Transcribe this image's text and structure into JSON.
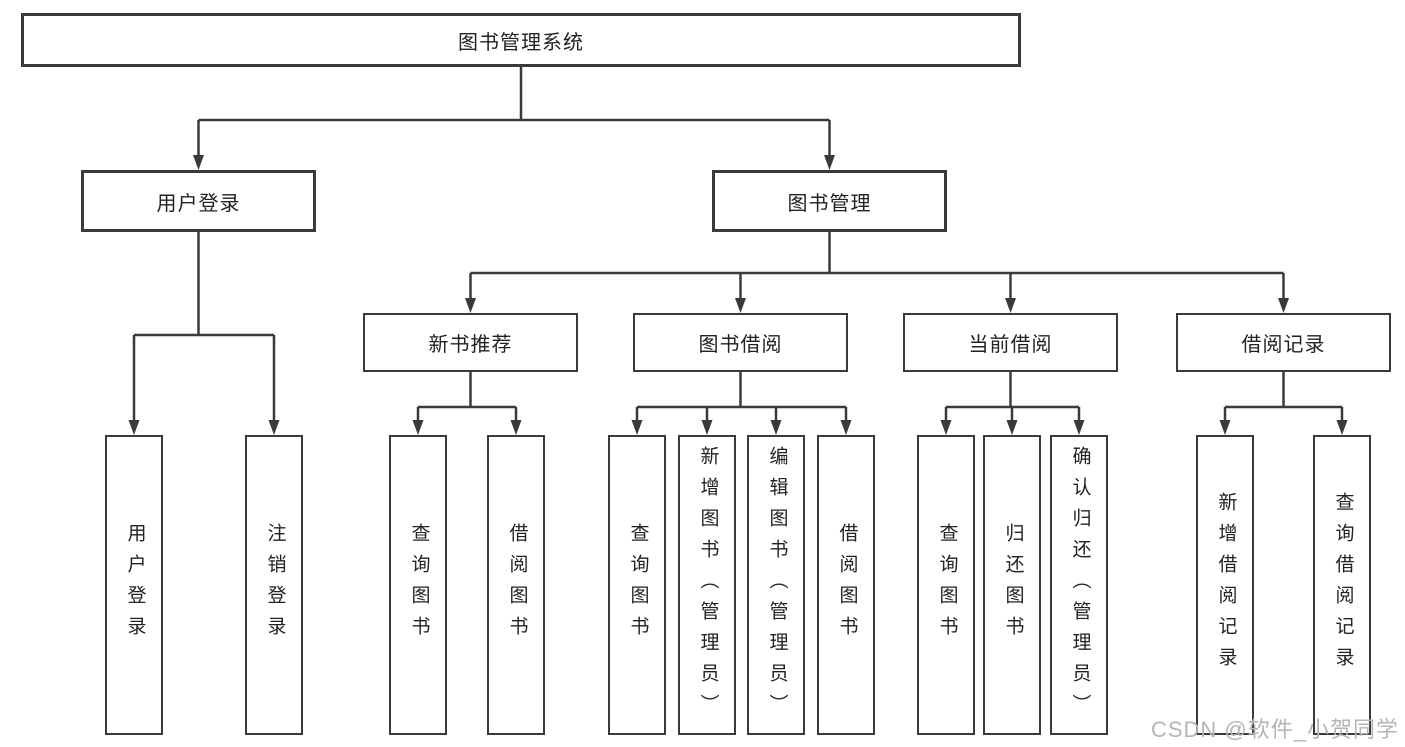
{
  "colors": {
    "line": "#3a3a3a",
    "border": "#3a3a3a",
    "text": "#222222",
    "watermark": "#b5b5b5",
    "background": "#ffffff"
  },
  "tree": {
    "root": "图书管理系统",
    "branches": [
      {
        "label": "用户登录",
        "children": [
          {
            "label": "用户登录"
          },
          {
            "label": "注销登录"
          }
        ]
      },
      {
        "label": "图书管理",
        "children": [
          {
            "label": "新书推荐",
            "children": [
              {
                "label": "查询图书"
              },
              {
                "label": "借阅图书"
              }
            ]
          },
          {
            "label": "图书借阅",
            "children": [
              {
                "label": "查询图书"
              },
              {
                "label": "新增图书（管理员）"
              },
              {
                "label": "编辑图书（管理员）"
              },
              {
                "label": "借阅图书"
              }
            ]
          },
          {
            "label": "当前借阅",
            "children": [
              {
                "label": "查询图书"
              },
              {
                "label": "归还图书"
              },
              {
                "label": "确认归还（管理员）"
              }
            ]
          },
          {
            "label": "借阅记录",
            "children": [
              {
                "label": "新增借阅记录"
              },
              {
                "label": "查询借阅记录"
              }
            ]
          }
        ]
      }
    ]
  },
  "watermark": {
    "text": "CSDN @软件_小贺同学"
  }
}
